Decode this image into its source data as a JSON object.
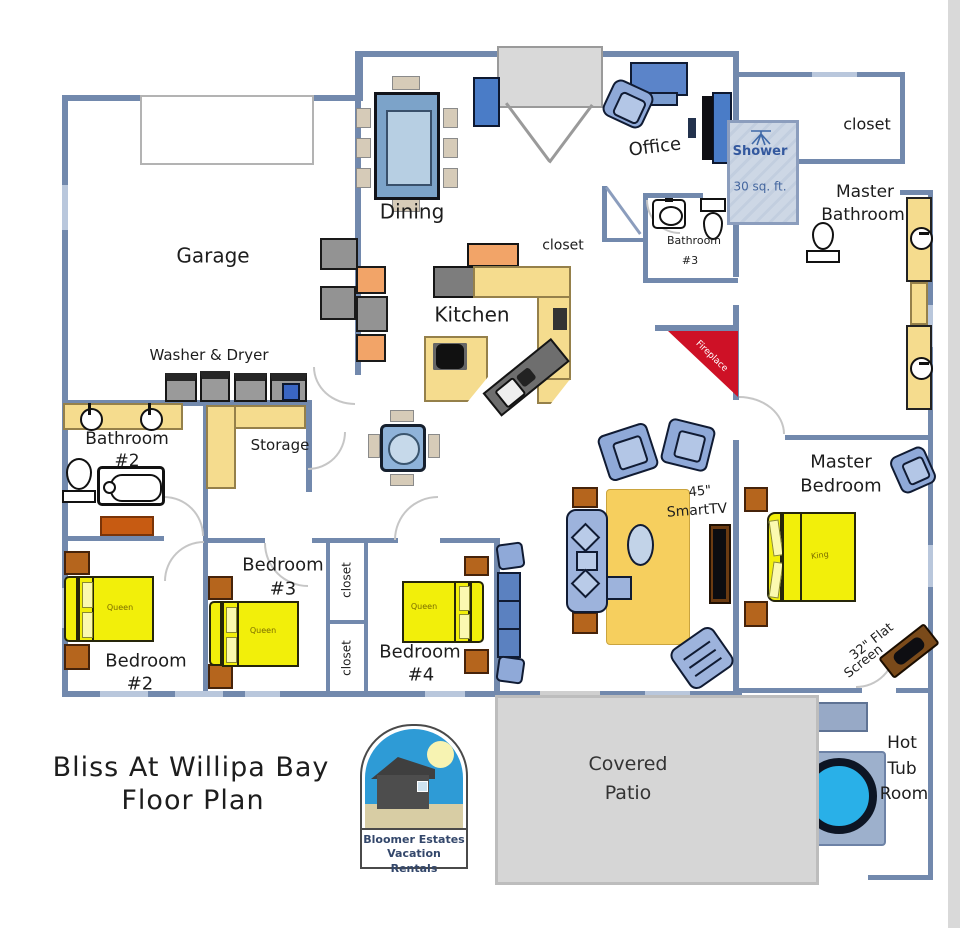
{
  "title": {
    "line1": "Bliss At Willipa Bay",
    "line2": "Floor Plan"
  },
  "logo": {
    "line1": "Bloomer Estates",
    "line2": "Vacation Rentals"
  },
  "rooms": {
    "garage": "Garage",
    "dining": "Dining",
    "kitchen": "Kitchen",
    "office": "Office",
    "storage": "Storage",
    "washer_dryer": "Washer & Dryer",
    "closet": "closet",
    "shower": "Shower",
    "shower_area": "30 sq. ft.",
    "master_bathroom": {
      "l1": "Master",
      "l2": "Bathroom"
    },
    "bathroom2": {
      "l1": "Bathroom",
      "l2": "#2"
    },
    "bathroom3": {
      "l1": "Bathroom",
      "l2": "#3"
    },
    "master_bedroom": {
      "l1": "Master",
      "l2": "Bedroom"
    },
    "bedroom2": {
      "l1": "Bedroom",
      "l2": "#2"
    },
    "bedroom3": {
      "l1": "Bedroom",
      "l2": "#3"
    },
    "bedroom4": {
      "l1": "Bedroom",
      "l2": "#4"
    },
    "covered_patio": {
      "l1": "Covered",
      "l2": "Patio"
    },
    "hot_tub": {
      "l1": "Hot",
      "l2": "Tub",
      "l3": "Room"
    },
    "fireplace": "Fireplace"
  },
  "furniture": {
    "queen": "Queen",
    "king": "King",
    "smart_tv": {
      "l1": "45\"",
      "l2": "SmartTV"
    },
    "flat_screen": {
      "l1": "32\" Flat",
      "l2": "Screen"
    }
  },
  "colors": {
    "wall": "#7289ad",
    "bed_yellow": "#f2ef0a",
    "counter_yellow": "#f5dc8e",
    "furniture_blue": "#9db3dc",
    "wood_brown": "#b5651d",
    "rug": "#f6cf5e",
    "fireplace_red": "#ce1126",
    "hot_tub_water": "#29b0e8",
    "patio_gray": "#d6d6d6",
    "logo_sky": "#2e9bd6",
    "logo_sand": "#d8cda4"
  }
}
